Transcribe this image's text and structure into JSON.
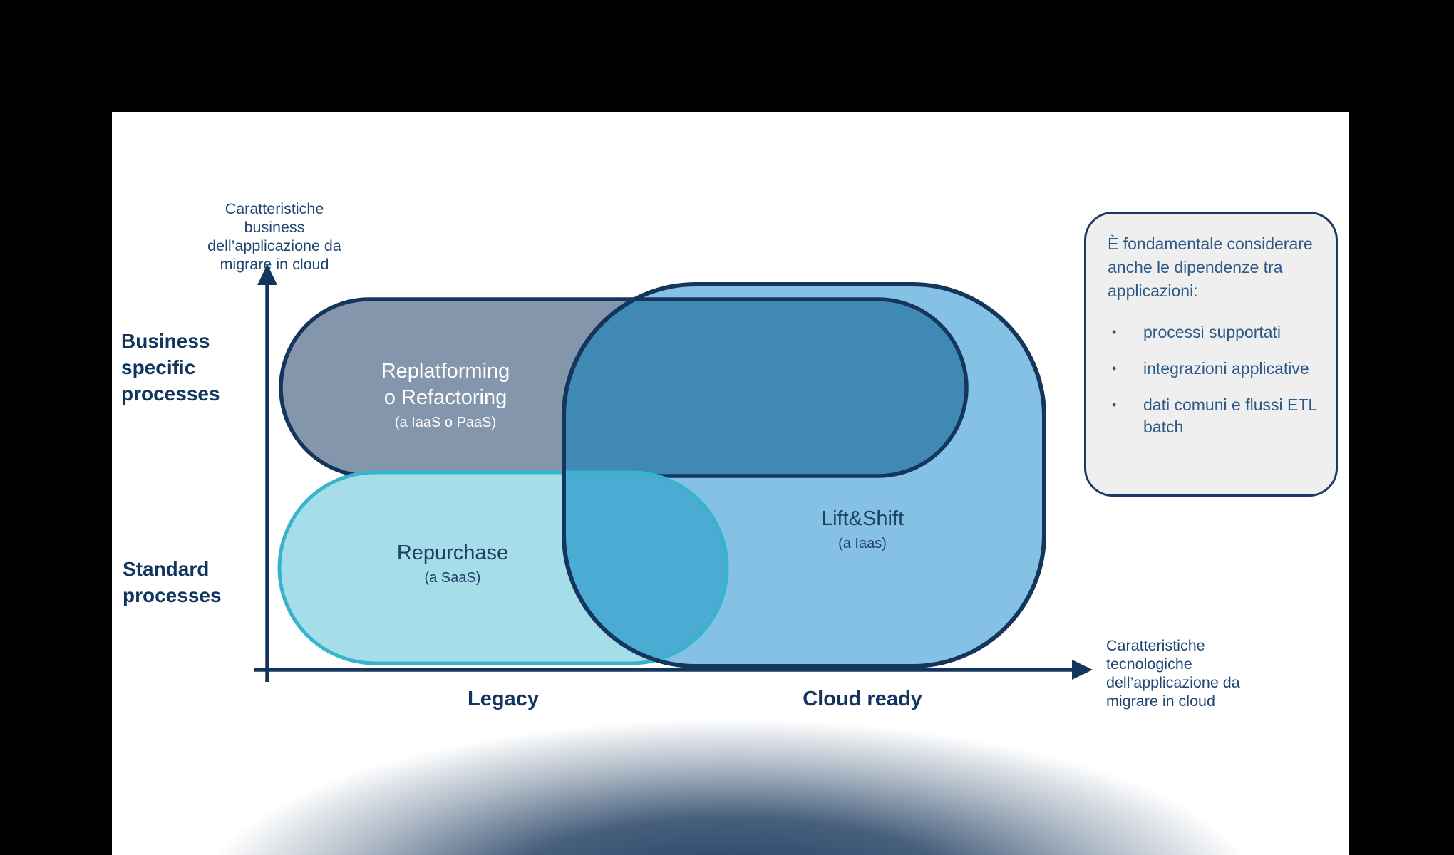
{
  "axes": {
    "y_label": "Caratteristiche\nbusiness\ndell’applicazione da\nmigrare in cloud",
    "x_label": "Caratteristiche\ntecnologiche\ndell’applicazione da\nmigrare in cloud",
    "y_top_category": "Business\nspecific\nprocesses",
    "y_bottom_category": "Standard\nprocesses",
    "x_left_category": "Legacy",
    "x_right_category": "Cloud ready"
  },
  "blobs": [
    {
      "name": "replatforming",
      "title": "Replatforming\no Refactoring",
      "subtitle": "(a IaaS o PaaS)"
    },
    {
      "name": "repurchase",
      "title": "Repurchase",
      "subtitle": "(a SaaS)"
    },
    {
      "name": "liftshift",
      "title": "Lift&Shift",
      "subtitle": "(a Iaas)"
    }
  ],
  "callout": {
    "intro": "È fondamentale considerare anche le dipendenze tra applicazioni:",
    "bullets": [
      "processi supportati",
      "integrazioni applicative",
      "dati comuni e flussi ETL batch"
    ]
  },
  "colors": {
    "axis_navy": "#14365C",
    "label_navy": "#1F4571",
    "category_navy": "#12355F",
    "callout_text": "#2D5986",
    "callout_border": "#1F3864",
    "callout_bg": "#EFEFEF",
    "gray_blob_fill": "#8496AB",
    "blue_blob_fill": "#85C1E5",
    "cyan_blob_fill": "#A5DDE8",
    "cyan_blob_border": "#36B4CE",
    "overlap_gray_blue": "#4189B5",
    "overlap_cyan_blue": "#4AABD3",
    "bottom_shadow": "#1E3C60"
  }
}
